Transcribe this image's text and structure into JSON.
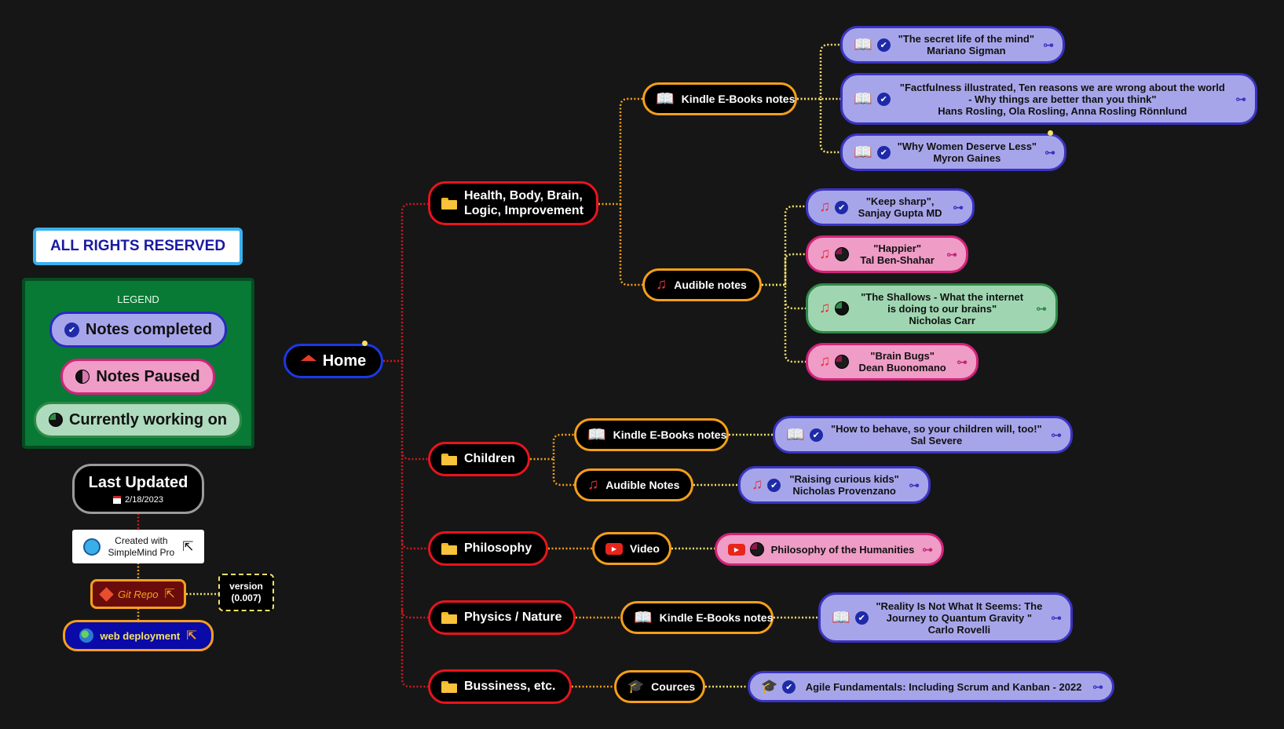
{
  "home": {
    "label": "Home",
    "icon": "house-icon"
  },
  "sidebar": {
    "rights": "ALL RIGHTS RESERVED",
    "legend": {
      "title": "LEGEND",
      "completed": "Notes completed",
      "paused": "Notes Paused",
      "working": "Currently working on"
    },
    "updated": {
      "title": "Last Updated",
      "date": "2/18/2023"
    },
    "created": {
      "line1": "Created with",
      "line2": "SimpleMind Pro"
    },
    "git": "Git Repo",
    "version": {
      "line1": "version",
      "line2": "(0.007)"
    },
    "web": "web deployment"
  },
  "categories": {
    "health": {
      "line1": "Health, Body, Brain,",
      "line2": "Logic, Improvement"
    },
    "children": "Children",
    "philosophy": "Philosophy",
    "physics": "Physics / Nature",
    "business": "Bussiness, etc."
  },
  "subs": {
    "health_kindle": "Kindle E-Books notes",
    "health_audible": "Audible notes",
    "children_kindle": "Kindle E-Books notes",
    "children_audible": "Audible Notes",
    "philosophy_video": "Video",
    "physics_kindle": "Kindle E-Books notes",
    "business_cources": "Cources"
  },
  "leaves": {
    "secret": {
      "l1": "\"The secret life of the mind\"",
      "l2": "Mariano Sigman"
    },
    "factfulness": {
      "l1": "\"Factfulness illustrated, Ten reasons we are wrong about the world",
      "l2": "- Why things are better than you think\"",
      "l3": "Hans Rosling, Ola Rosling, Anna Rosling Rönnlund"
    },
    "women": {
      "l1": "\"Why Women Deserve Less\"",
      "l2": "Myron Gaines"
    },
    "sharp": {
      "l1": "\"Keep sharp\",",
      "l2": "Sanjay Gupta MD"
    },
    "happier": {
      "l1": "\"Happier\"",
      "l2": "Tal Ben-Shahar"
    },
    "shallows": {
      "l1": "\"The Shallows - What the internet",
      "l2": "is doing to our brains\"",
      "l3": "Nicholas Carr"
    },
    "bugs": {
      "l1": "\"Brain Bugs\"",
      "l2": "Dean Buonomano"
    },
    "behave": {
      "l1": "\"How to behave, so your children will, too!\"",
      "l2": "Sal Severe"
    },
    "curious": {
      "l1": "\"Raising curious kids\"",
      "l2": "Nicholas Provenzano"
    },
    "humanities": {
      "l1": "Philosophy of the Humanities"
    },
    "reality": {
      "l1": "\"Reality Is Not What It Seems: The",
      "l2": "Journey to Quantum Gravity \"",
      "l3": "Carlo Rovelli"
    },
    "agile": {
      "l1": "Agile Fundamentals: Including Scrum and Kanban - 2022"
    }
  },
  "colors": {
    "background": "#161616",
    "completed": "#a7a5ea",
    "paused": "#ef9cc6",
    "working": "#9fd6b1",
    "category_border": "#e8141c",
    "sub_border": "#f59f1b",
    "home_border": "#1b39e6"
  }
}
